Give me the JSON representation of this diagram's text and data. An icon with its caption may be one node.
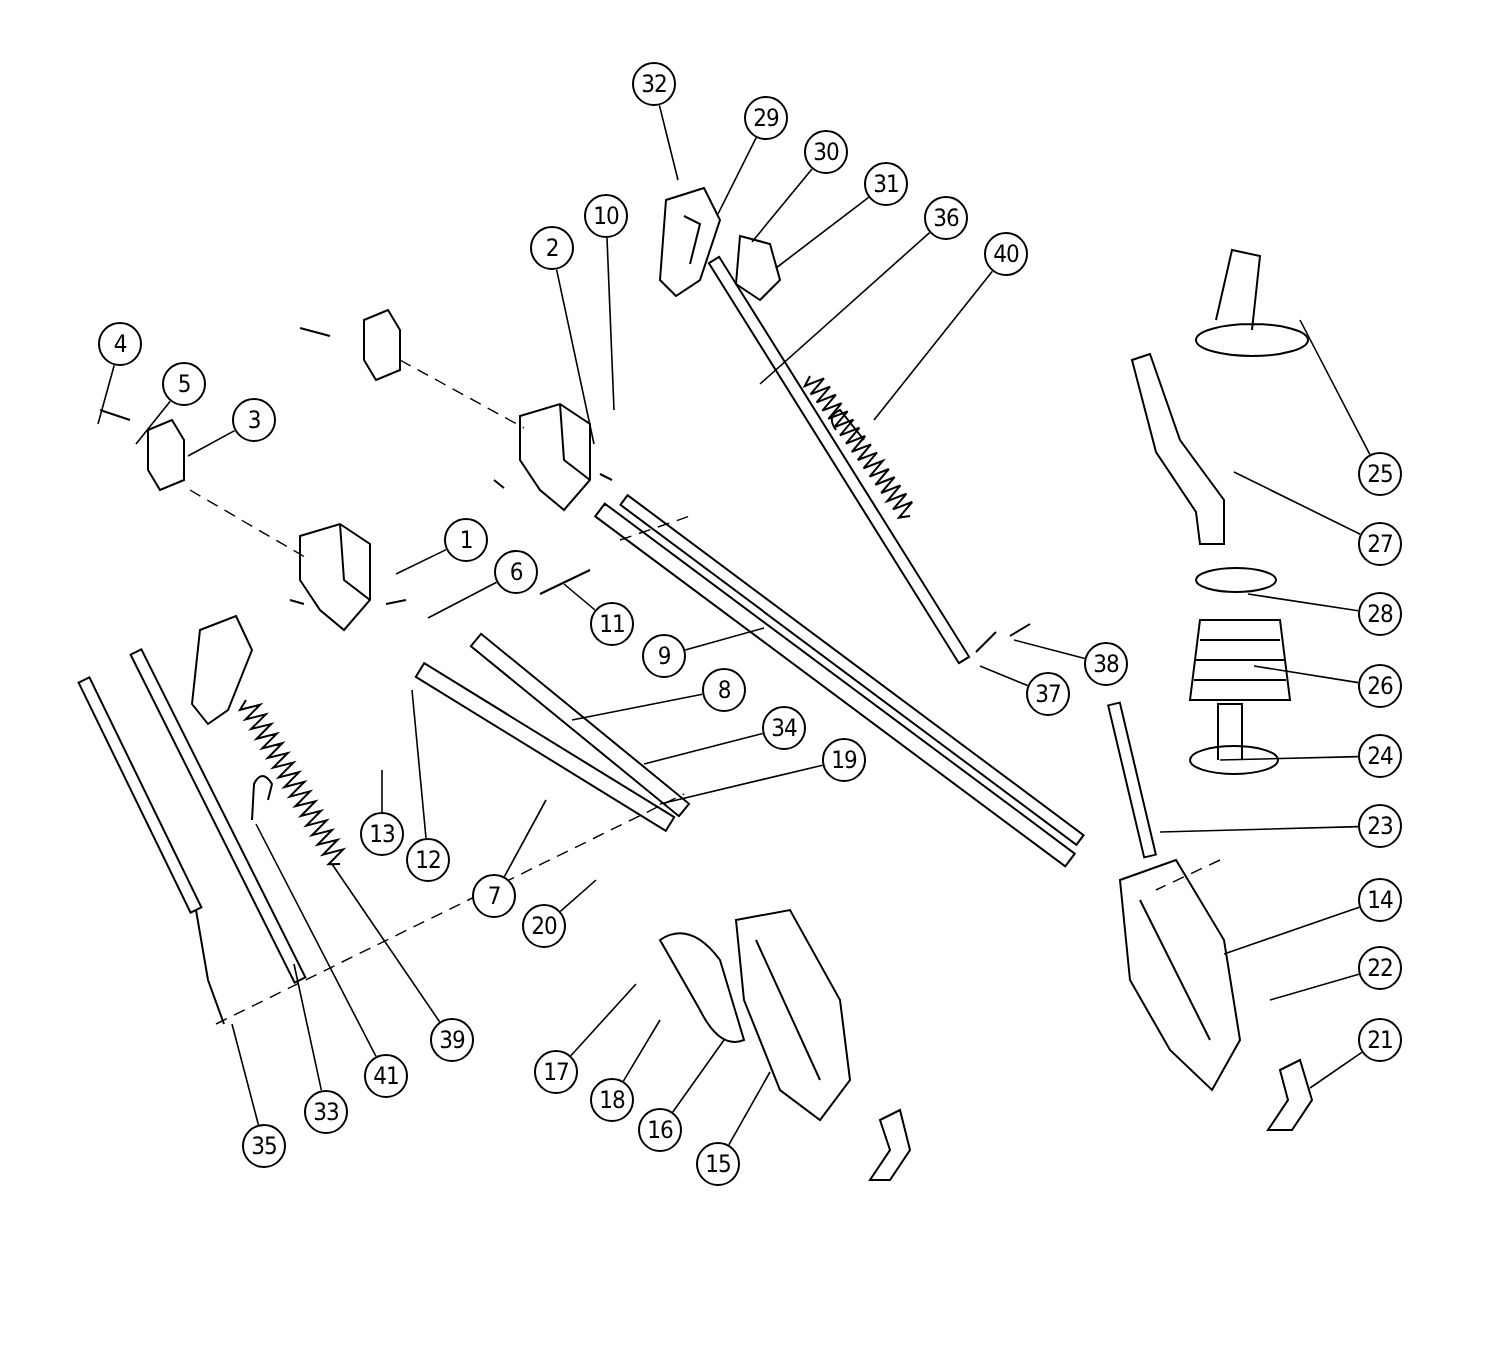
{
  "diagram": {
    "nodes": [
      {
        "text": [
          "32"
        ]
      },
      {
        "text": [
          "29"
        ]
      },
      {
        "text": [
          "30"
        ]
      },
      {
        "text": [
          "31"
        ]
      },
      {
        "text": [
          "36"
        ]
      },
      {
        "text": [
          "40"
        ]
      },
      {
        "text": [
          "10"
        ]
      },
      {
        "text": [
          "2"
        ]
      },
      {
        "text": [
          "4"
        ]
      },
      {
        "text": [
          "5"
        ]
      },
      {
        "text": [
          "3"
        ]
      },
      {
        "text": [
          "25"
        ]
      },
      {
        "text": [
          "1"
        ]
      },
      {
        "text": [
          "27"
        ]
      },
      {
        "text": [
          "6"
        ]
      },
      {
        "text": [
          "28"
        ]
      },
      {
        "text": [
          "11"
        ]
      },
      {
        "text": [
          "9"
        ]
      },
      {
        "text": [
          "38"
        ]
      },
      {
        "text": [
          "26"
        ]
      },
      {
        "text": [
          "8"
        ]
      },
      {
        "text": [
          "37"
        ]
      },
      {
        "text": [
          "34"
        ]
      },
      {
        "text": [
          "24"
        ]
      },
      {
        "text": [
          "19"
        ]
      },
      {
        "text": [
          "13"
        ]
      },
      {
        "text": [
          "12"
        ]
      },
      {
        "text": [
          "23"
        ]
      },
      {
        "text": [
          "7"
        ]
      },
      {
        "text": [
          "14"
        ]
      },
      {
        "text": [
          "20"
        ]
      },
      {
        "text": [
          "22"
        ]
      },
      {
        "text": [
          "39"
        ]
      },
      {
        "text": [
          "21"
        ]
      },
      {
        "text": [
          "17"
        ]
      },
      {
        "text": [
          "41"
        ]
      },
      {
        "text": [
          "18"
        ]
      },
      {
        "text": [
          "33"
        ]
      },
      {
        "text": [
          "16"
        ]
      },
      {
        "text": [
          "35"
        ]
      },
      {
        "text": [
          "15"
        ]
      }
    ],
    "edges": [
      {
        "from": 0,
        "to": null,
        "arrow": "none"
      },
      {
        "from": 1,
        "to": null,
        "arrow": "none"
      },
      {
        "from": 2,
        "to": null,
        "arrow": "none"
      },
      {
        "from": 3,
        "to": null,
        "arrow": "none"
      },
      {
        "from": 4,
        "to": null,
        "arrow": "none"
      },
      {
        "from": 5,
        "to": null,
        "arrow": "none"
      },
      {
        "from": 6,
        "to": null,
        "arrow": "none"
      },
      {
        "from": 7,
        "to": null,
        "arrow": "none"
      },
      {
        "from": 8,
        "to": null,
        "arrow": "none"
      },
      {
        "from": 9,
        "to": null,
        "arrow": "none"
      },
      {
        "from": 10,
        "to": null,
        "arrow": "none"
      },
      {
        "from": 11,
        "to": null,
        "arrow": "none"
      },
      {
        "from": 12,
        "to": null,
        "arrow": "none"
      },
      {
        "from": 13,
        "to": null,
        "arrow": "none"
      },
      {
        "from": 14,
        "to": null,
        "arrow": "none"
      },
      {
        "from": 15,
        "to": null,
        "arrow": "none"
      },
      {
        "from": 16,
        "to": null,
        "arrow": "none"
      },
      {
        "from": 17,
        "to": null,
        "arrow": "none"
      },
      {
        "from": 18,
        "to": null,
        "arrow": "none"
      },
      {
        "from": 19,
        "to": null,
        "arrow": "none"
      },
      {
        "from": 20,
        "to": null,
        "arrow": "none"
      },
      {
        "from": 21,
        "to": null,
        "arrow": "none"
      },
      {
        "from": 22,
        "to": null,
        "arrow": "none"
      },
      {
        "from": 23,
        "to": null,
        "arrow": "none"
      },
      {
        "from": 24,
        "to": null,
        "arrow": "none"
      },
      {
        "from": 25,
        "to": null,
        "arrow": "none"
      },
      {
        "from": 26,
        "to": null,
        "arrow": "none"
      },
      {
        "from": 27,
        "to": null,
        "arrow": "none"
      },
      {
        "from": 28,
        "to": null,
        "arrow": "none"
      },
      {
        "from": 29,
        "to": null,
        "arrow": "none"
      },
      {
        "from": 30,
        "to": null,
        "arrow": "none"
      },
      {
        "from": 31,
        "to": null,
        "arrow": "none"
      },
      {
        "from": 32,
        "to": null,
        "arrow": "none"
      },
      {
        "from": 33,
        "to": null,
        "arrow": "none"
      },
      {
        "from": 34,
        "to": null,
        "arrow": "none"
      },
      {
        "from": 35,
        "to": null,
        "arrow": "none"
      },
      {
        "from": 36,
        "to": null,
        "arrow": "none"
      },
      {
        "from": 37,
        "to": null,
        "arrow": "none"
      },
      {
        "from": 38,
        "to": null,
        "arrow": "none"
      },
      {
        "from": 39,
        "to": null,
        "arrow": "none"
      },
      {
        "from": 40,
        "to": null,
        "arrow": "none"
      }
    ]
  }
}
